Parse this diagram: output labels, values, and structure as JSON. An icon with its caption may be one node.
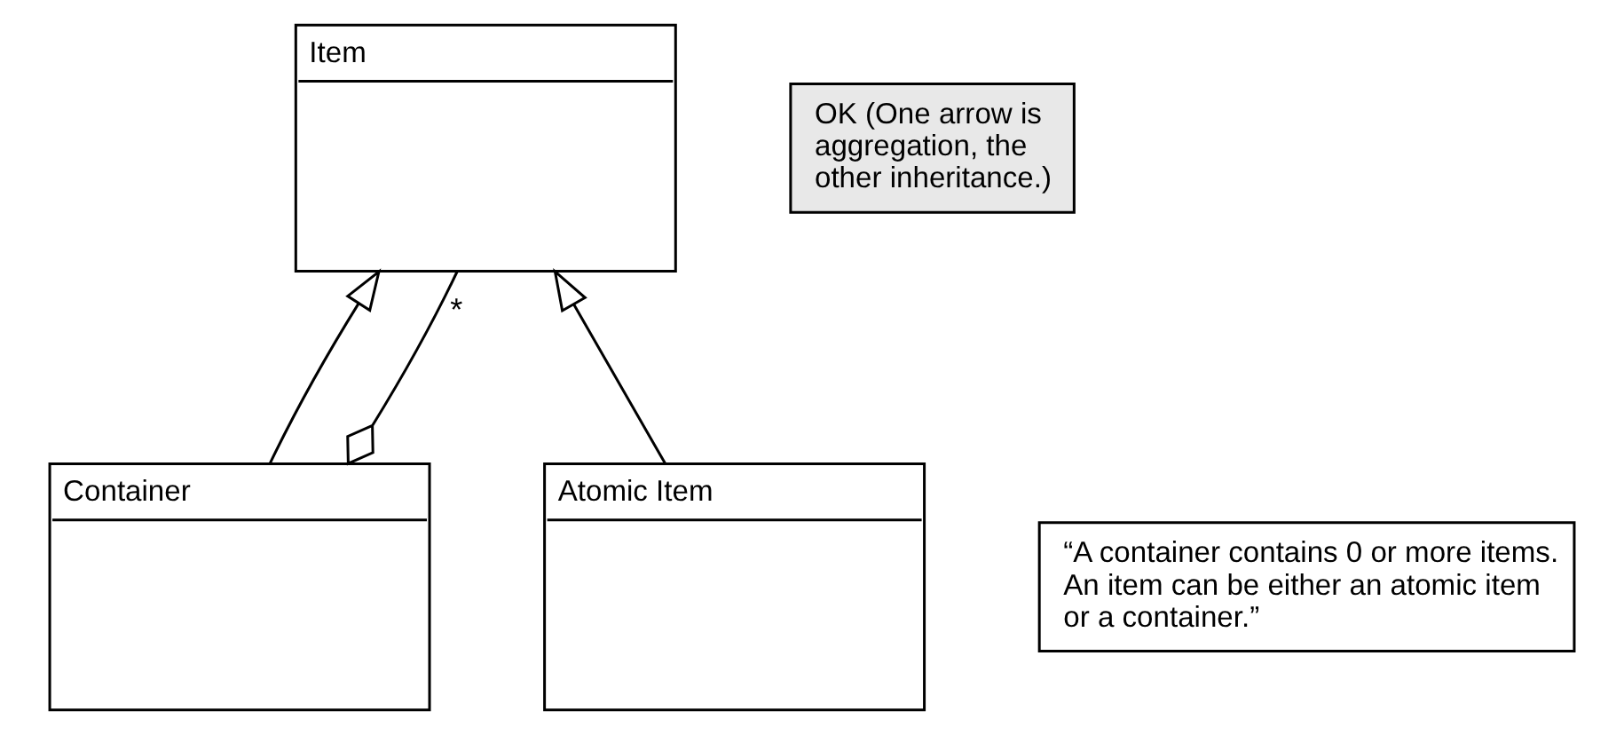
{
  "diagram": {
    "nodes": [
      {
        "text": [
          "Item"
        ]
      },
      {
        "text": [
          "“A container contains 0 or more items. An item can be either an atomic item or a container.”"
        ]
      },
      {
        "text": [
          "OK (One arrow is aggregation, the other inheritance.)"
        ]
      },
      {
        "text": [
          "Atomic Item"
        ]
      },
      {
        "text": [
          "Container"
        ]
      }
    ],
    "edges": [
      {
        "from": 3,
        "to": 0,
        "arrow": "to"
      },
      {
        "from": 4,
        "to": 0,
        "arrow": "to"
      },
      {
        "from": 0,
        "to": 4,
        "arrow": "other",
        "label": "*"
      }
    ]
  }
}
